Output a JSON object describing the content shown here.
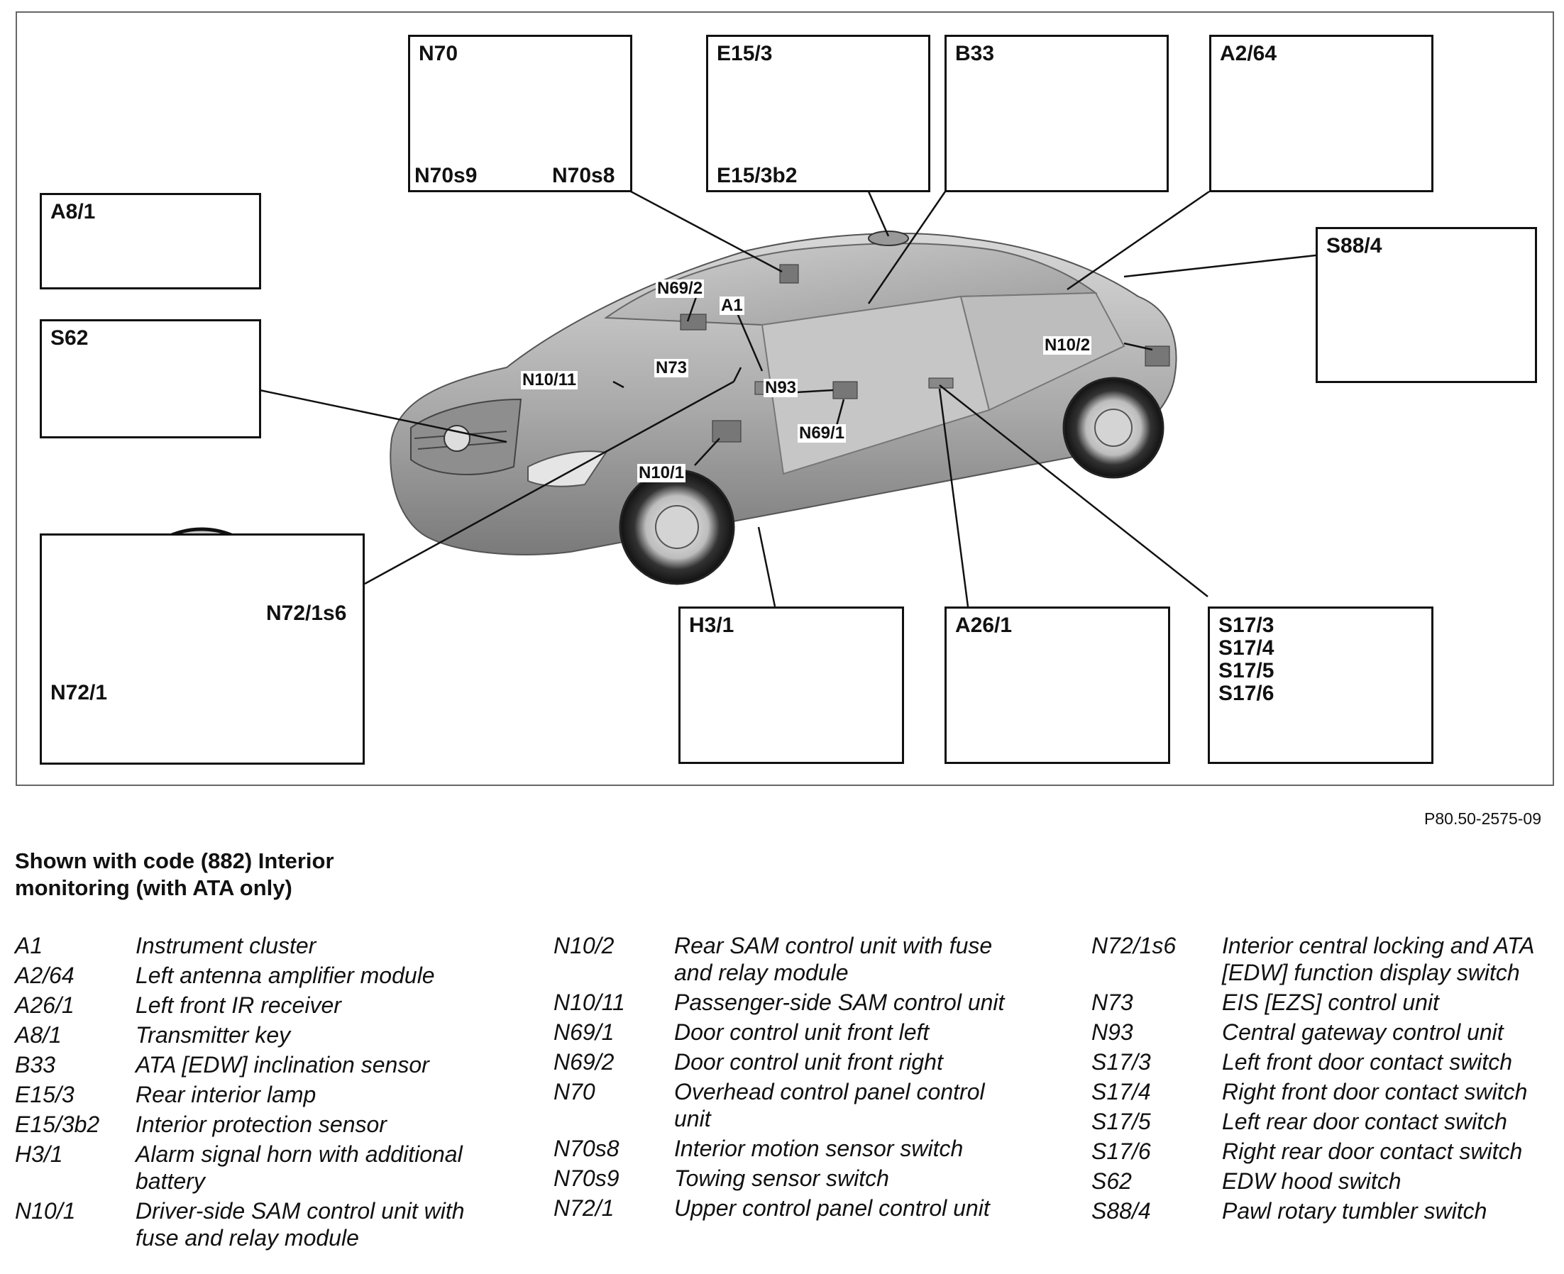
{
  "figure_id": "P80.50-2575-09",
  "heading": "Shown with code (882) Interior monitoring (with ATA only)",
  "callouts": {
    "n70": {
      "title": "N70",
      "left": "N70s9",
      "right": "N70s8"
    },
    "e15_3": {
      "title": "E15/3",
      "sub": "E15/3b2"
    },
    "b33": {
      "title": "B33"
    },
    "a2_64": {
      "title": "A2/64"
    },
    "a8_1": {
      "title": "A8/1"
    },
    "s62": {
      "title": "S62"
    },
    "s88_4": {
      "title": "S88/4"
    },
    "n72_1": {
      "title": "N72/1",
      "sub": "N72/1s6"
    },
    "h3_1": {
      "title": "H3/1"
    },
    "a26_1": {
      "title": "A26/1"
    },
    "s17": {
      "title": "S17/3\nS17/4\nS17/5\nS17/6"
    }
  },
  "car_labels": {
    "n69_2": "N69/2",
    "a1": "A1",
    "n10_11": "N10/11",
    "n73": "N73",
    "n93": "N93",
    "n69_1": "N69/1",
    "n10_1": "N10/1",
    "n10_2": "N10/2"
  },
  "legend": [
    [
      {
        "code": "A1",
        "desc": "Instrument cluster"
      },
      {
        "code": "A2/64",
        "desc": "Left antenna amplifier module"
      },
      {
        "code": "A26/1",
        "desc": "Left front IR receiver"
      },
      {
        "code": "A8/1",
        "desc": "Transmitter key"
      },
      {
        "code": "B33",
        "desc": "ATA [EDW] inclination sensor"
      },
      {
        "code": "E15/3",
        "desc": "Rear interior lamp"
      },
      {
        "code": "E15/3b2",
        "desc": "Interior protection sensor"
      },
      {
        "code": "H3/1",
        "desc": "Alarm signal horn with additional battery"
      },
      {
        "code": "N10/1",
        "desc": "Driver-side SAM control unit with fuse and relay module"
      }
    ],
    [
      {
        "code": "N10/2",
        "desc": "Rear SAM control unit with fuse and relay module"
      },
      {
        "code": "N10/11",
        "desc": "Passenger-side SAM control unit"
      },
      {
        "code": "N69/1",
        "desc": "Door control unit front left"
      },
      {
        "code": "N69/2",
        "desc": "Door control unit front right"
      },
      {
        "code": "N70",
        "desc": "Overhead control panel control unit"
      },
      {
        "code": "N70s8",
        "desc": "Interior motion sensor switch"
      },
      {
        "code": "N70s9",
        "desc": "Towing sensor switch"
      },
      {
        "code": "N72/1",
        "desc": "Upper control panel control unit"
      }
    ],
    [
      {
        "code": "N72/1s6",
        "desc": "Interior central locking and ATA [EDW] function display switch"
      },
      {
        "code": "N73",
        "desc": "EIS [EZS] control unit"
      },
      {
        "code": "N93",
        "desc": "Central gateway control unit"
      },
      {
        "code": "S17/3",
        "desc": "Left front door contact switch"
      },
      {
        "code": "S17/4",
        "desc": "Right front door contact switch"
      },
      {
        "code": "S17/5",
        "desc": "Left rear door contact switch"
      },
      {
        "code": "S17/6",
        "desc": "Right rear door contact switch"
      },
      {
        "code": "S62",
        "desc": "EDW hood switch"
      },
      {
        "code": "S88/4",
        "desc": "Pawl rotary tumbler switch"
      }
    ]
  ]
}
